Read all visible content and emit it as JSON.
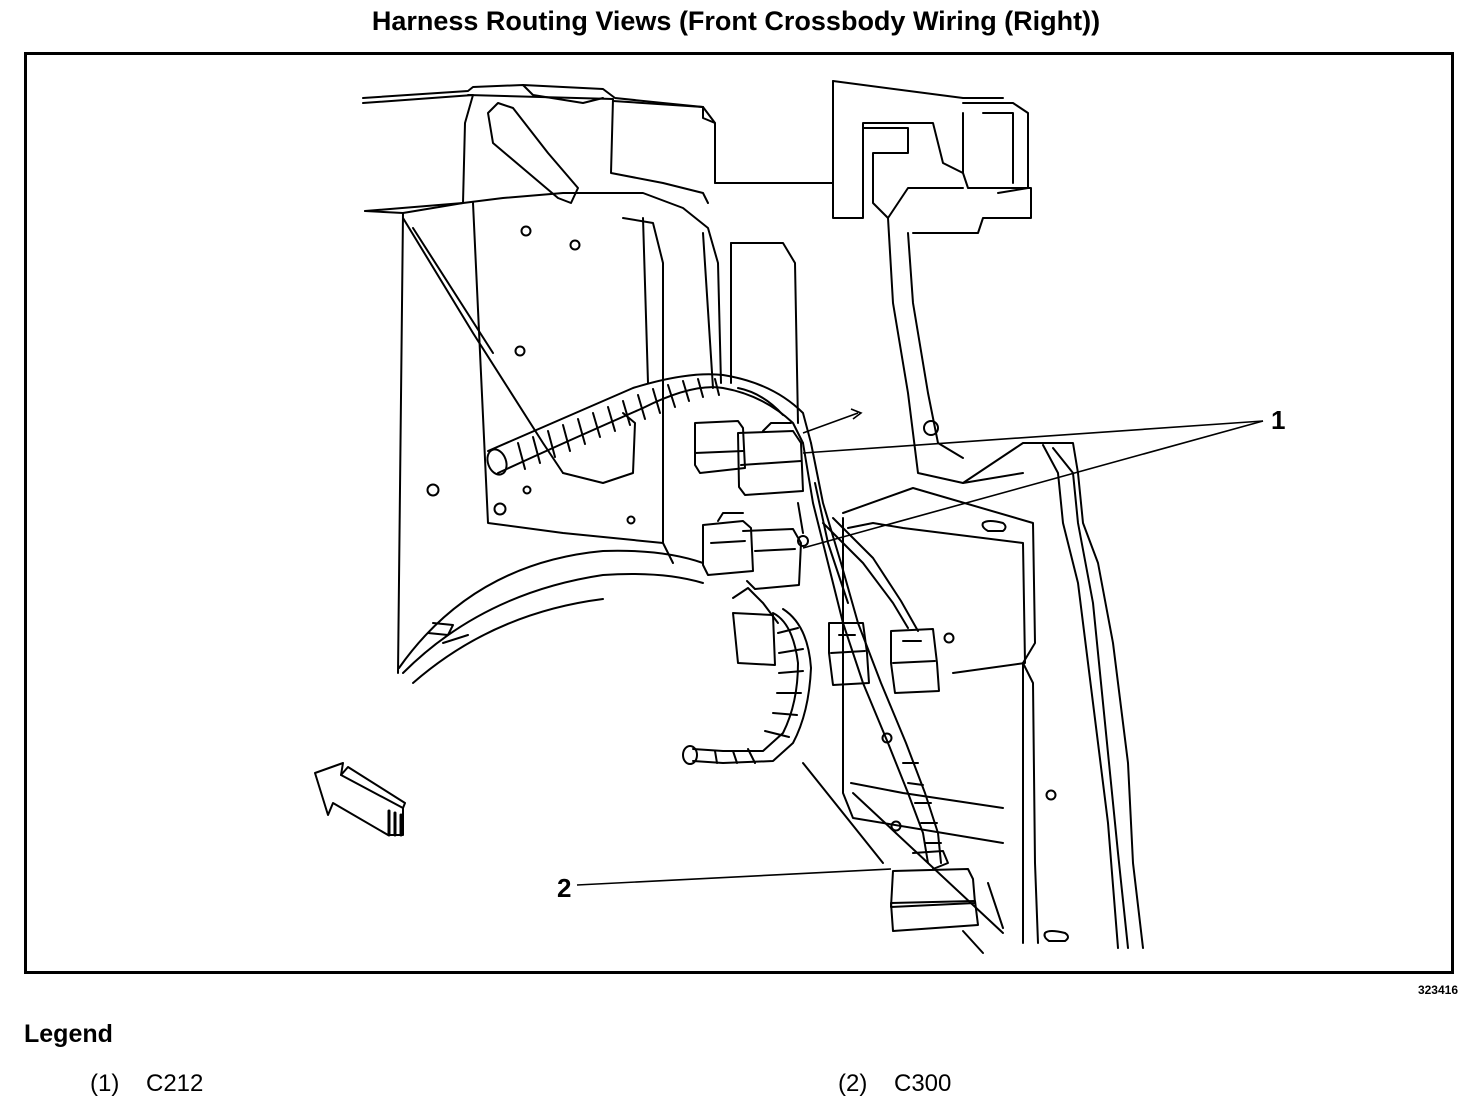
{
  "title": "Harness Routing Views (Front Crossbody Wiring (Right))",
  "image_id": "323416",
  "callouts": [
    "1",
    "2"
  ],
  "legend": {
    "title": "Legend",
    "items": [
      {
        "number": "(1)",
        "label": "C212"
      },
      {
        "number": "(2)",
        "label": "C300"
      }
    ]
  }
}
